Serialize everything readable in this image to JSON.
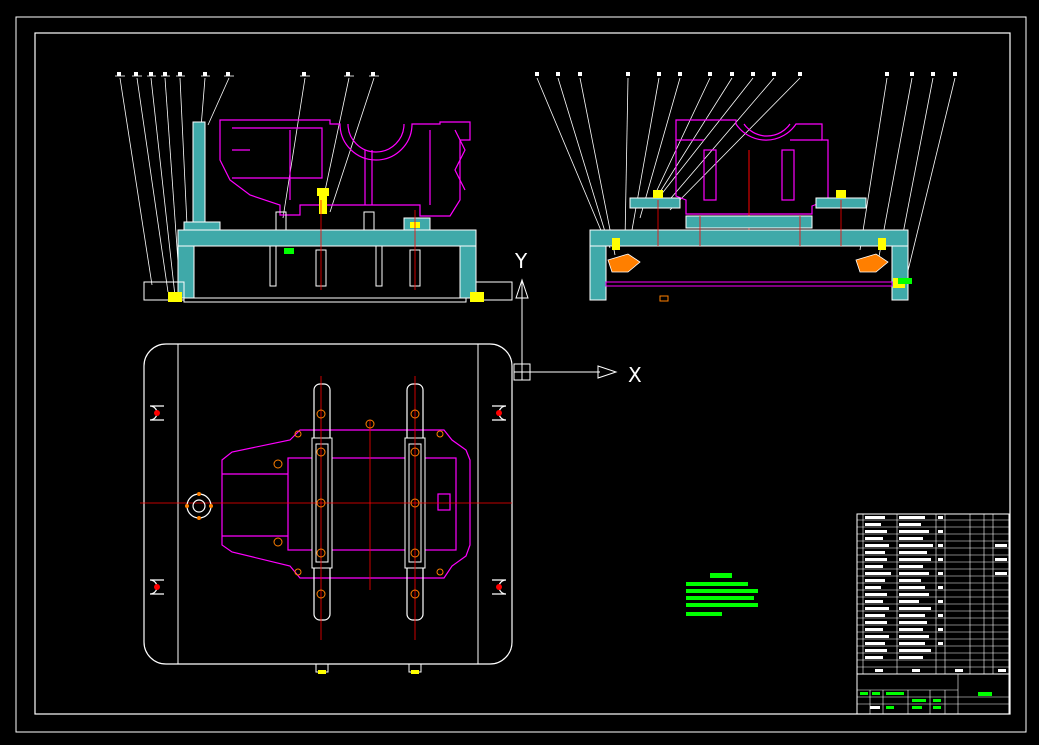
{
  "axes": {
    "y_label": "Y",
    "x_label": "X"
  },
  "colors": {
    "background": "#000000",
    "frame": "#ffffff",
    "part_outline": "#ff00ff",
    "centerline": "#ff0000",
    "section_hatch": "#3fa9a9",
    "notes_text": "#00ff00",
    "bolt": "#ffff00"
  },
  "views": {
    "front_section": "front-section-view",
    "side_section": "side-section-view",
    "top_plan": "top-plan-view"
  }
}
